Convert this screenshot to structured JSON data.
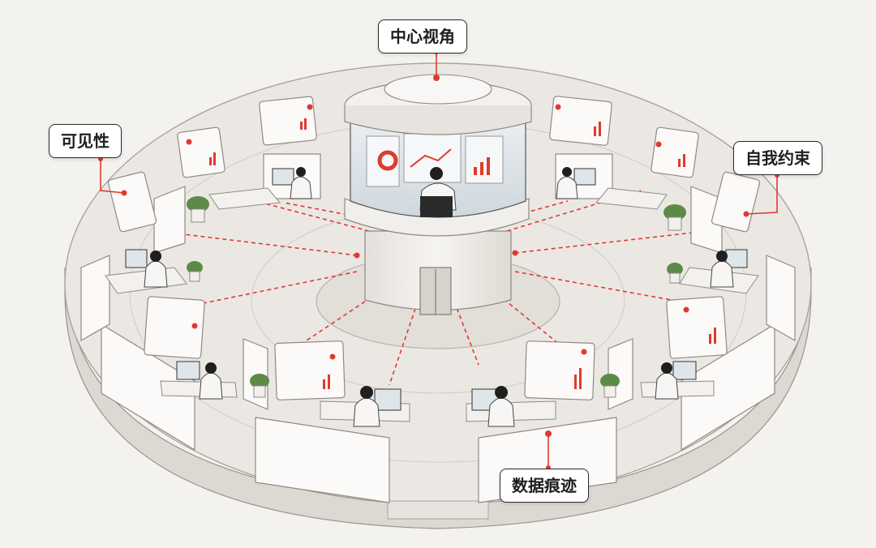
{
  "labels": {
    "center_view": "中心视角",
    "visibility": "可见性",
    "self_constraint": "自我约束",
    "data_trace": "数据痕迹"
  },
  "colors": {
    "accent": "#e03a2f",
    "outline": "#2b2b2b",
    "floor": "#ebe8e4",
    "panel": "#fbfaf8"
  }
}
